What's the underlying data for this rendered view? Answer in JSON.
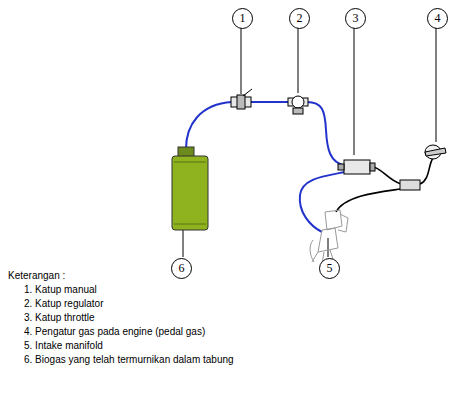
{
  "diagram": {
    "nodes": [
      {
        "text": [
          "1"
        ]
      },
      {
        "text": [
          "2"
        ]
      },
      {
        "text": [
          "3"
        ]
      },
      {
        "text": [
          "4"
        ]
      },
      {
        "text": [
          "5"
        ]
      },
      {
        "text": [
          "6"
        ]
      }
    ],
    "labels": [
      "Keterangan :",
      "1. Katup manual",
      "2. Katup regulator",
      "3. Katup throttle",
      "4. Pengatur gas pada engine (pedal gas)",
      "5. Intake manifold",
      "6. Biogas yang telah termurnikan dalam tabung"
    ]
  }
}
